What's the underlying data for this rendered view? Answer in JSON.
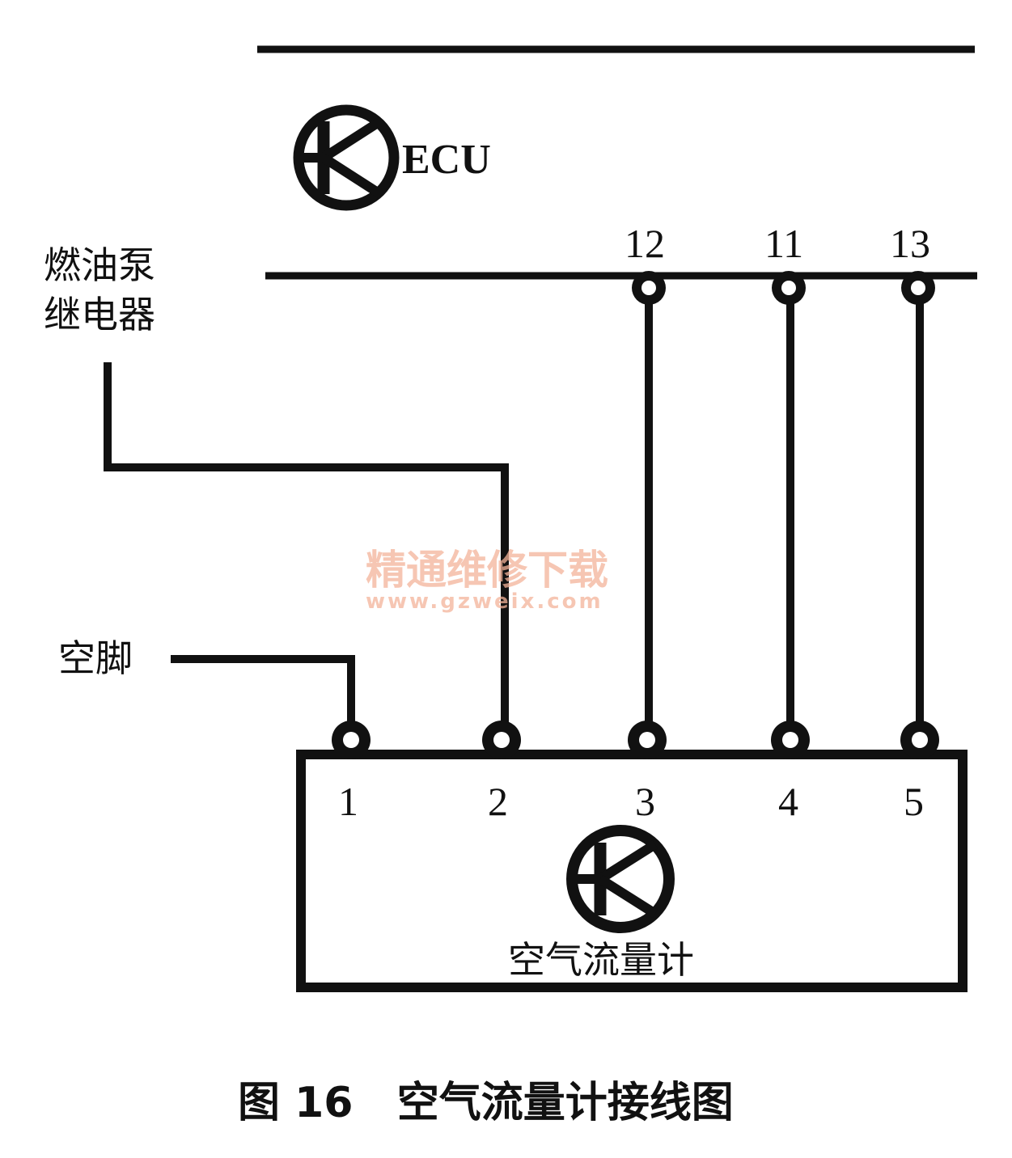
{
  "ecu": {
    "label": "ECU"
  },
  "ecu_pins": [
    "12",
    "11",
    "13"
  ],
  "relay": {
    "line1": "燃油泵",
    "line2": "继电器"
  },
  "unused_pin": {
    "label": "空脚"
  },
  "meter": {
    "label": "空气流量计",
    "pins": [
      "1",
      "2",
      "3",
      "4",
      "5"
    ]
  },
  "caption": "图 16   空气流量计接线图",
  "watermark": {
    "line1": "精通维修下载",
    "line2": "www.gzweix.com"
  },
  "connections": [
    {
      "from": "燃油泵继电器",
      "to_pin": "2"
    },
    {
      "from": "ECU 12",
      "to_pin": "3"
    },
    {
      "from": "ECU 11",
      "to_pin": "4"
    },
    {
      "from": "ECU 13",
      "to_pin": "5"
    },
    {
      "from": "空脚",
      "to_pin": "1"
    }
  ],
  "colors": {
    "ink": "#111111",
    "watermark": "#f4b49a"
  }
}
